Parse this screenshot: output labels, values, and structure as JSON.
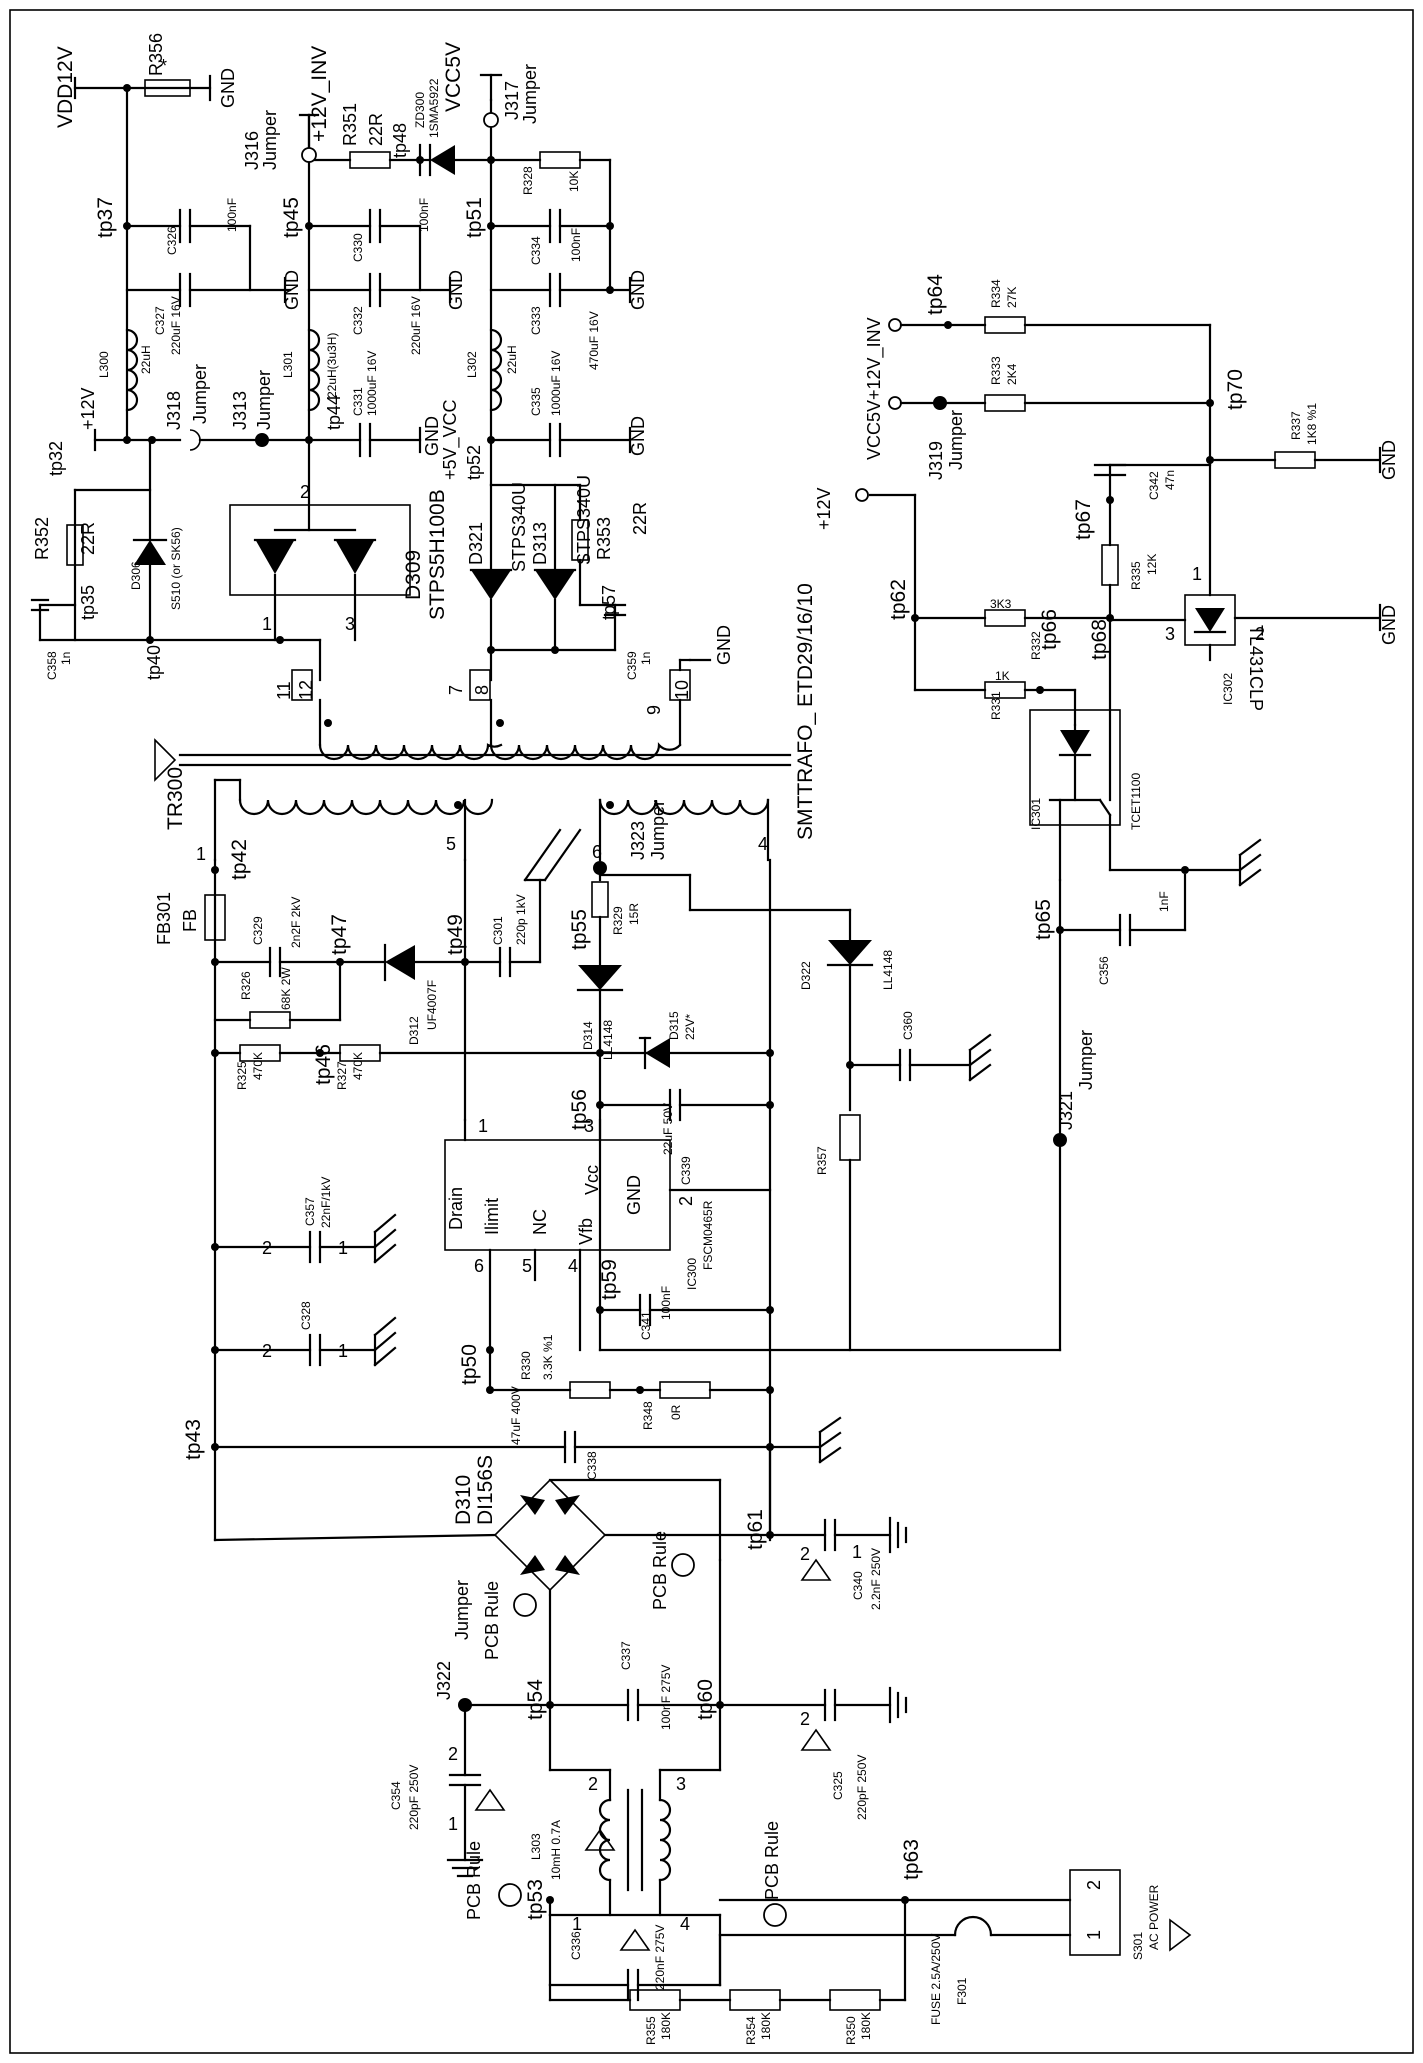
{
  "power_rails": {
    "vdd12v": "VDD12V",
    "p12v_inv": "+12V_INV",
    "vcc5v": "VCC5V",
    "p12v": "+12V",
    "p5v_vcc": "+5V_VCC",
    "vcc5v_12v_inv": "VCC5V+12V_INV",
    "gnd": "GND"
  },
  "components": {
    "r356": "R356",
    "r351": "R351",
    "r351_val": "22R",
    "zd300": "ZD300",
    "zd300_val": "1SMA5922",
    "r328": "R328",
    "r328_val": "10K",
    "c326": "C326",
    "c326_val": "100nF",
    "c327": "C327",
    "c327_val": "220uF 16V",
    "c330": "C330",
    "c330_val": "100nF",
    "c332": "C332",
    "c332_val": "220uF 16V",
    "c334": "C334",
    "c334_val": "100nF",
    "c333": "C333",
    "c333_val": "470uF 16V",
    "l300": "L300",
    "l300_val": "22uH",
    "l301": "L301",
    "l301_val": "22uH(3u3H)",
    "l302": "L302",
    "l302_val": "22uH",
    "c331": "C331",
    "c331_val": "1000uF 16V",
    "c335": "C335",
    "c335_val": "1000uF 16V",
    "r352": "R352",
    "r352_val": "22R",
    "d306": "D306",
    "d306_val": "S510 (or SK56)",
    "c358": "C358",
    "c358_val": "1n",
    "d309": "D309",
    "d309_val": "STPS5H100B",
    "d321": "D321",
    "d321_val": "STPS340U",
    "d313": "D313",
    "d313_val": "STPS340U",
    "r353": "R353",
    "r353_val": "22R",
    "c359": "C359",
    "c359_val": "1n",
    "r334": "R334",
    "r334_val": "27K",
    "r333": "R333",
    "r333_val": "2K4",
    "r337": "R337",
    "r337_val": "1K8 %1",
    "c342": "C342",
    "c342_val": "47n",
    "r335": "R335",
    "r335_val": "12K",
    "r332": "R332",
    "r332_val": "3K3",
    "r331": "R331",
    "r331_val": "1K",
    "ic302": "IC302",
    "ic302_val": "TL431CLP",
    "ic301": "IC301",
    "ic301_val": "TCET1100",
    "tr300": "TR300",
    "tr300_val": "SMTTRAFO_ ETD29/16/10",
    "fb301": "FB301",
    "fb301_val": "FB",
    "c329": "C329",
    "c329_val": "2n2F 2kV",
    "r326": "R326",
    "r326_val": "68K 2W",
    "d312": "D312",
    "d312_val": "UF4007F",
    "c301": "C301",
    "c301_val": "220p 1kV",
    "r325": "R325",
    "r325_val": "470K",
    "r327": "R327",
    "r327_val": "470K",
    "r329": "R329",
    "r329_val": "15R",
    "d314": "D314",
    "d314_val": "LL4148",
    "d315": "D315",
    "d315_val": "22V*",
    "d322": "D322",
    "d322_val": "LL4148",
    "c360": "C360",
    "c356": "C356",
    "c356_val": "1nF",
    "c339": "C339",
    "c339_val": "22uF 50V",
    "r357": "R357",
    "ic300": "IC300",
    "ic300_val": "FSCM0465R",
    "ic300_drain": "Drain",
    "ic300_ilimit": "Ilimit",
    "ic300_nc": "NC",
    "ic300_vfb": "Vfb",
    "ic300_vcc": "Vcc",
    "ic300_gnd": "GND",
    "c341": "C341",
    "c341_val": "100nF",
    "c357": "C357",
    "c357_val": "22nF/1kV",
    "c328": "C328",
    "r330": "R330",
    "r330_val": "3.3K %1",
    "r348": "R348",
    "r348_val": "0R",
    "c338": "C338",
    "c338_val": "47uF 400V",
    "d310": "D310",
    "d310_val": "DI156S",
    "c340": "C340",
    "c340_val": "2.2nF 250V",
    "c325": "C325",
    "c325_val": "220pF 250V",
    "c337": "C337",
    "c337_val": "100nF 275V",
    "c354": "C354",
    "c354_val": "220pF 250V",
    "l303": "L303",
    "l303_val": "10mH 0.7A",
    "c336": "C336",
    "c336_val": "220nF 275V",
    "r355": "R355",
    "r355_val": "180K",
    "r354": "R354",
    "r354_val": "180K",
    "r350": "R350",
    "r350_val": "180K",
    "f301": "F301",
    "f301_val": "FUSE 2.5A/250V",
    "s301": "S301",
    "s301_val": "AC POWER"
  },
  "jumpers": {
    "j316": "J316",
    "j317": "J317",
    "j318": "J318",
    "j313": "J313",
    "j319": "J319",
    "j323": "J323",
    "j321": "J321",
    "j322": "J322",
    "jumper": "Jumper"
  },
  "pcb_rule": "PCB Rule",
  "test_points": {
    "tp37": "tp37",
    "tp45": "tp45",
    "tp48": "tp48",
    "tp51": "tp51",
    "tp32": "tp32",
    "tp44": "tp44",
    "tp52": "tp52",
    "tp35": "tp35",
    "tp57": "tp57",
    "tp40": "tp40",
    "tp64": "tp64",
    "tp70": "tp70",
    "tp67": "tp67",
    "tp62": "tp62",
    "tp66": "tp66",
    "tp68": "tp68",
    "tp42": "tp42",
    "tp47": "tp47",
    "tp49": "tp49",
    "tp55": "tp55",
    "tp65": "tp65",
    "tp46": "tp46",
    "tp56": "tp56",
    "tp59": "tp59",
    "tp50": "tp50",
    "tp43": "tp43",
    "tp61": "tp61",
    "tp54": "tp54",
    "tp60": "tp60",
    "tp53": "tp53",
    "tp63": "tp63"
  },
  "pins": {
    "p1": "1",
    "p2": "2",
    "p3": "3",
    "p4": "4",
    "p5": "5",
    "p6": "6",
    "p7": "7",
    "p8": "8",
    "p9": "9",
    "p10": "10",
    "p11": "11",
    "p12": "12"
  },
  "star": "*"
}
